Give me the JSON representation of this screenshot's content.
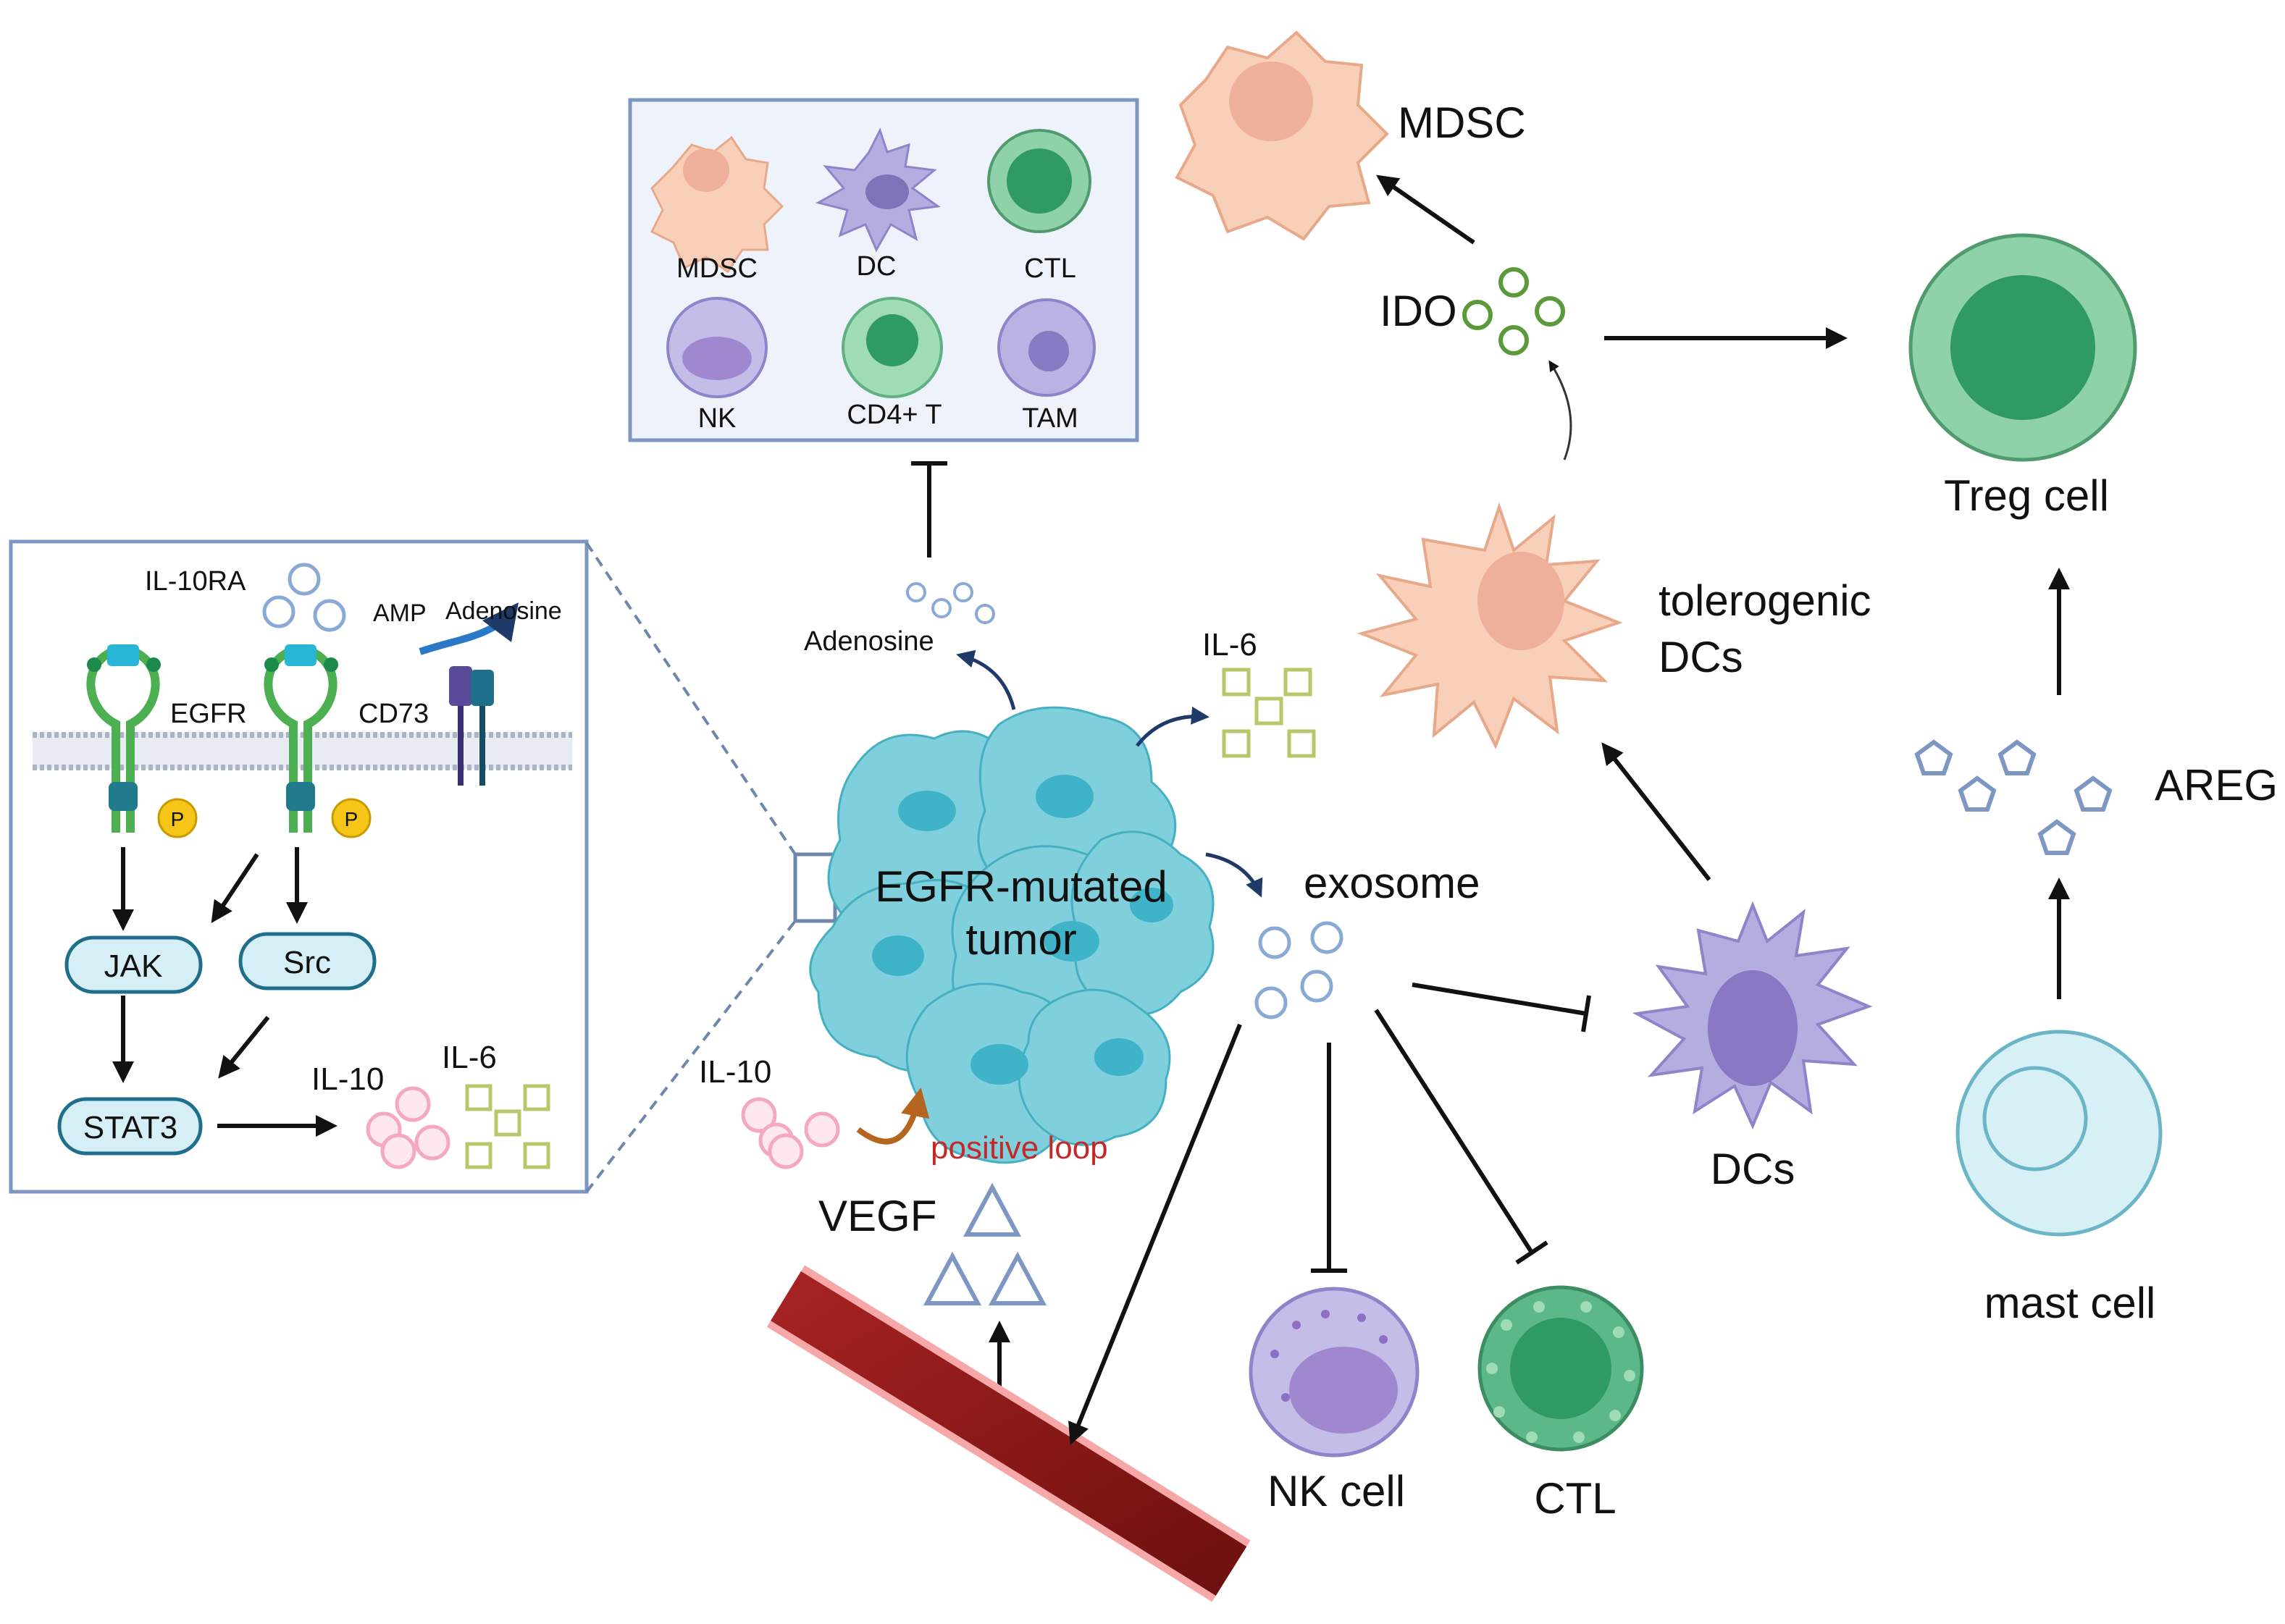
{
  "cell_box": {
    "cells": [
      "MDSC",
      "DC",
      "CTL",
      "NK",
      "CD4+ T",
      "TAM"
    ]
  },
  "pathway": {
    "il10ra": "IL-10RA",
    "amp": "AMP",
    "adenosine": "Adenosine",
    "egfr": "EGFR",
    "cd73": "CD73",
    "phospho": "P",
    "jak": "JAK",
    "src": "Src",
    "stat3": "STAT3",
    "il10": "IL-10",
    "il6": "IL-6"
  },
  "tumor": {
    "line1": "EGFR-mutated",
    "line2": "tumor"
  },
  "labels": {
    "adenosine": "Adenosine",
    "il6": "IL-6",
    "exosome": "exosome",
    "il10": "IL-10",
    "positive_loop": "positive loop",
    "vegf": "VEGF",
    "mdsc": "MDSC",
    "ido": "IDO",
    "tolerogenic_1": "tolerogenic",
    "tolerogenic_2": "DCs",
    "treg": "Treg cell",
    "areg": "AREG",
    "dcs": "DCs",
    "nk_cell": "NK cell",
    "ctl": "CTL",
    "mast_cell": "mast cell"
  },
  "colors": {
    "tumor": "#7fd0dc",
    "mdsc": "#f8cfb8",
    "dc": "#b4aee0",
    "ctl": "#5cb889",
    "treg": "#8fd1a8",
    "mast": "#d7f0f6",
    "il10": "#f4a9c0",
    "il6": "#b5c86a",
    "inhibition_red": "#c62828",
    "vessel": "#8b1a1a"
  }
}
